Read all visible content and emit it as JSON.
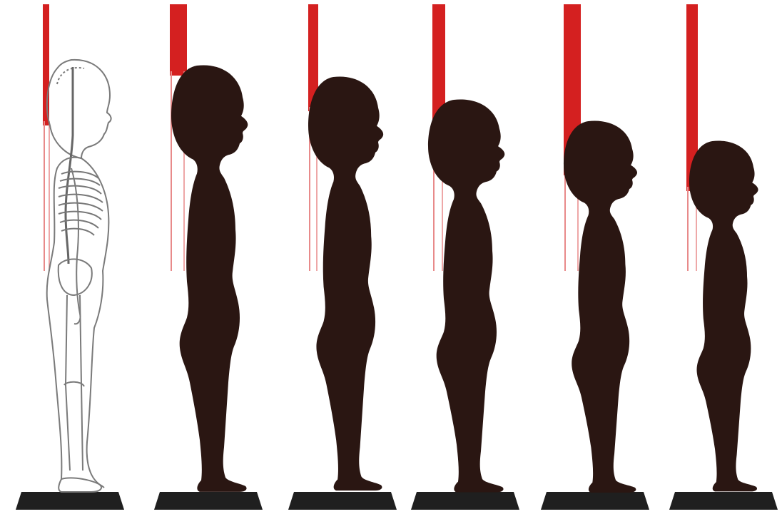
{
  "figure": {
    "kind": "posture-comparison-illustration",
    "figure_count": 6,
    "colors": {
      "background": "#ffffff",
      "plumb_line": "#d42020",
      "plumb_line_faint": "#e88a8a",
      "silhouette": "#2a1612",
      "platform": "#1f1f1f",
      "skeleton_stroke": "#7a7a7a"
    },
    "figures": [
      {
        "id": "skeleton-reference",
        "style": "skeleton-outline"
      },
      {
        "id": "posture-1",
        "style": "silhouette"
      },
      {
        "id": "posture-2",
        "style": "silhouette"
      },
      {
        "id": "posture-3",
        "style": "silhouette"
      },
      {
        "id": "posture-4",
        "style": "silhouette"
      },
      {
        "id": "posture-5",
        "style": "silhouette"
      }
    ]
  }
}
